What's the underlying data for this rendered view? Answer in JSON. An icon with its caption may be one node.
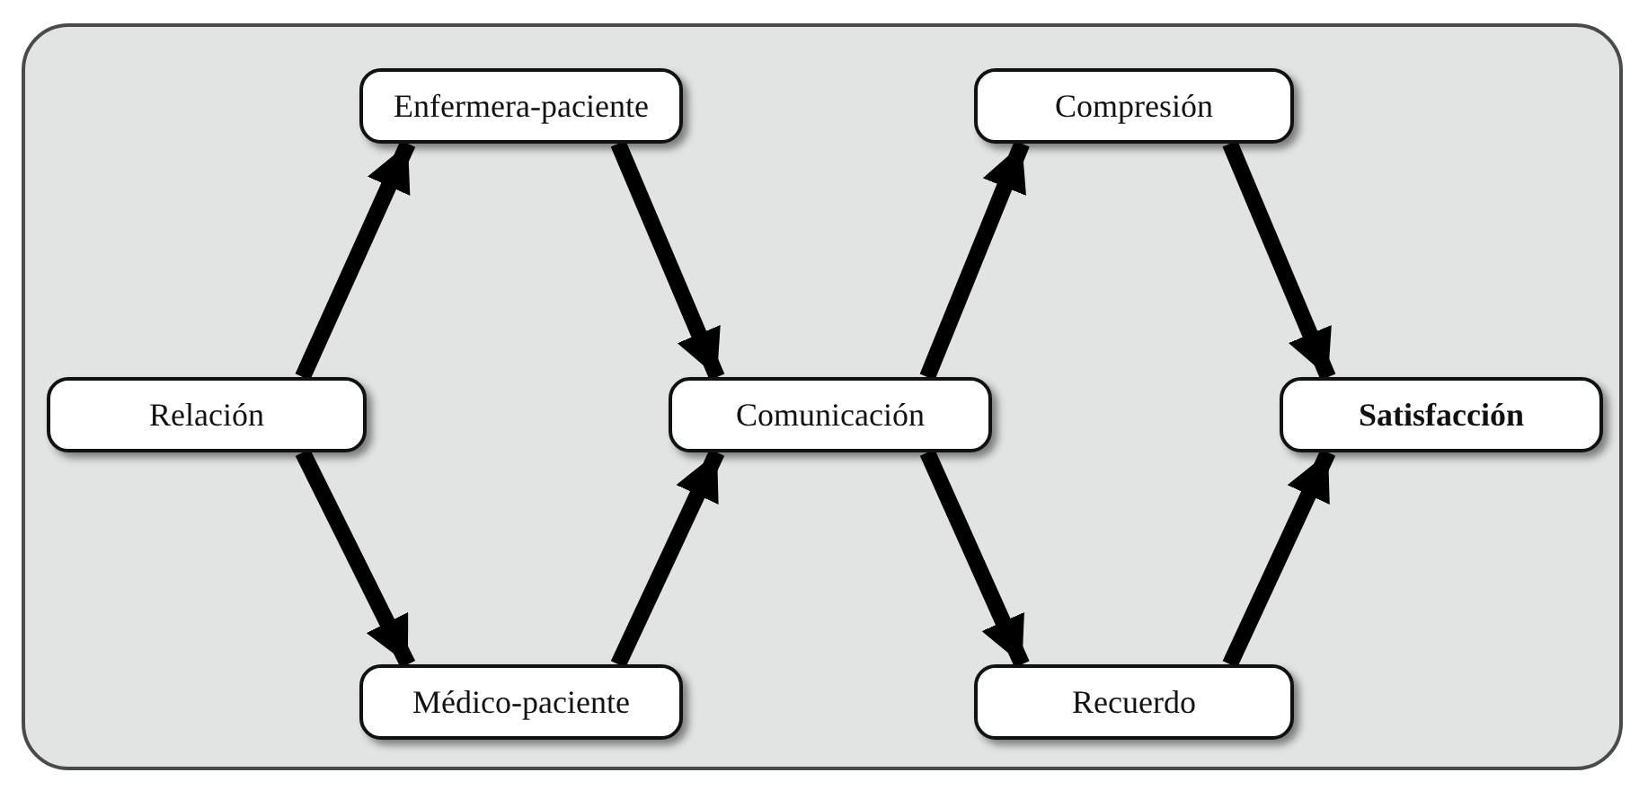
{
  "diagram": {
    "nodes": [
      {
        "text": [
          "Enfermera-paciente"
        ]
      },
      {
        "text": [
          "Compresión"
        ]
      },
      {
        "text": [
          "Relación"
        ]
      },
      {
        "text": [
          "Comunicación"
        ]
      },
      {
        "text": [
          "Satisfacción"
        ]
      },
      {
        "text": [
          "Médico-paciente"
        ]
      },
      {
        "text": [
          "Recuerdo"
        ]
      }
    ],
    "edges": [
      {
        "from": 2,
        "to": 0,
        "arrow": "to"
      },
      {
        "from": 0,
        "to": 3,
        "arrow": "to"
      },
      {
        "from": 2,
        "to": 5,
        "arrow": "to"
      },
      {
        "from": 5,
        "to": 3,
        "arrow": "to"
      },
      {
        "from": 3,
        "to": 1,
        "arrow": "to"
      },
      {
        "from": 3,
        "to": 6,
        "arrow": "to"
      },
      {
        "from": 1,
        "to": 4,
        "arrow": "to"
      },
      {
        "from": 6,
        "to": 4,
        "arrow": "to"
      }
    ]
  }
}
